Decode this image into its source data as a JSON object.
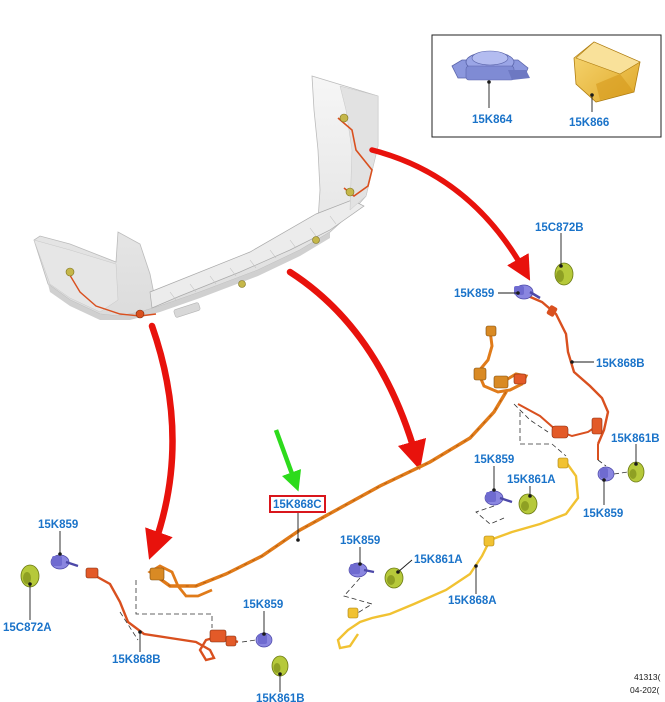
{
  "inset": {
    "labels": [
      "15K864",
      "15K866"
    ]
  },
  "labels": {
    "l_15C872B_top": "15C872B",
    "l_15K859_top": "15K859",
    "l_15K868B_right": "15K868B",
    "l_15K861B_right": "15K861B",
    "l_15K859_right": "15K859",
    "l_15K859_mid": "15K859",
    "l_15K861A_mid": "15K861A",
    "l_15K868C": "15K868C",
    "l_15K859_center": "15K859",
    "l_15K861A_center": "15K861A",
    "l_15K868A": "15K868A",
    "l_15K859_left": "15K859",
    "l_15C872A": "15C872A",
    "l_15K868B_left": "15K868B",
    "l_15K859_bottom": "15K859",
    "l_15K861B_bottom": "15K861B"
  },
  "footer": {
    "ref": "41313(",
    "date": "04-202("
  },
  "colors": {
    "label": "#1a73c9",
    "arrow_red": "#e8120c",
    "arrow_green": "#2ddb1c",
    "highlight_box": "#d9161c",
    "harness_orange": "#e07b1a",
    "harness_red": "#d94a1f",
    "harness_yellow": "#f1c232",
    "sensor_purple": "#8a86e0",
    "grommet_green": "#b6c93a"
  },
  "highlighted_label": "15K868C"
}
